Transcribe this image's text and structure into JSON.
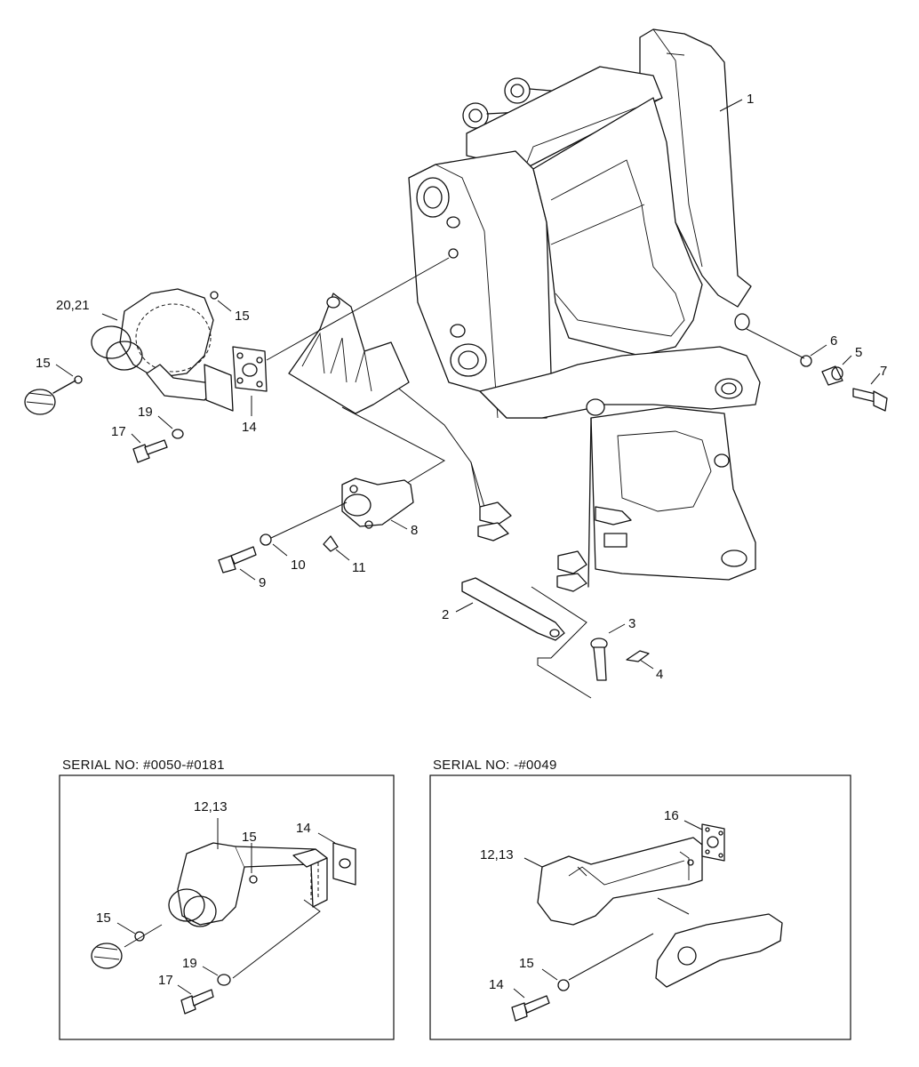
{
  "callouts": {
    "c1": "1",
    "c2": "2",
    "c3": "3",
    "c4": "4",
    "c5": "5",
    "c6": "6",
    "c7": "7",
    "c8": "8",
    "c9": "9",
    "c10": "10",
    "c11": "11",
    "c14": "14",
    "c15a": "15",
    "c15b": "15",
    "c17": "17",
    "c19": "19",
    "c2021": "20,21"
  },
  "inset_left": {
    "caption": "SERIAL NO: #0050-#0181",
    "labels": {
      "l1213": "12,13",
      "l15a": "15",
      "l14": "14",
      "l15b": "15",
      "l19": "19",
      "l17": "17"
    }
  },
  "inset_right": {
    "caption": "SERIAL NO: -#0049",
    "labels": {
      "l16": "16",
      "l1213": "12,13",
      "l15": "15",
      "l14": "14"
    }
  }
}
